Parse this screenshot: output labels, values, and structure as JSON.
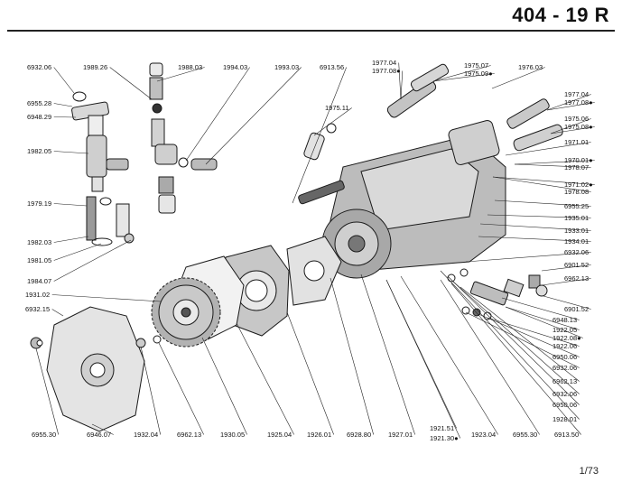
{
  "header": {
    "title": "404 - 19 R"
  },
  "footer": {
    "page_number": "1/73"
  },
  "callouts": [
    "6932.06",
    "6955.28",
    "6948.29",
    "1982.05",
    "1979.19",
    "1982.03",
    "1981.05",
    "1984.07",
    "1989.26",
    "1988.03",
    "1994.03",
    "1993.03",
    "6913.56",
    "1975.11",
    "1977.04",
    "1977.08●",
    "1975.07",
    "1975.09●",
    "1976.03",
    "1977.04",
    "1977.08●",
    "1975.06",
    "1975.08●",
    "1971.01",
    "1970.01●",
    "1978.07",
    "1971.02●",
    "1978.08",
    "6955.25",
    "1935.01",
    "1933.01",
    "1934.01",
    "6932.06",
    "6901.52",
    "6962.13",
    "6901.52",
    "1931.02",
    "6932.15",
    "6948.13",
    "1922.05",
    "1922.08●",
    "1922.06",
    "6950.06",
    "6932.06",
    "6962.13",
    "6932.06",
    "6950.06",
    "1928.01",
    "6955.30",
    "6946.07",
    "1932.04",
    "6962.13",
    "1930.05",
    "1925.04",
    "1926.01",
    "6928.80",
    "1927.01",
    "1921.51",
    "1921.30●",
    "1923.04",
    "6955.30",
    "6913.50"
  ]
}
